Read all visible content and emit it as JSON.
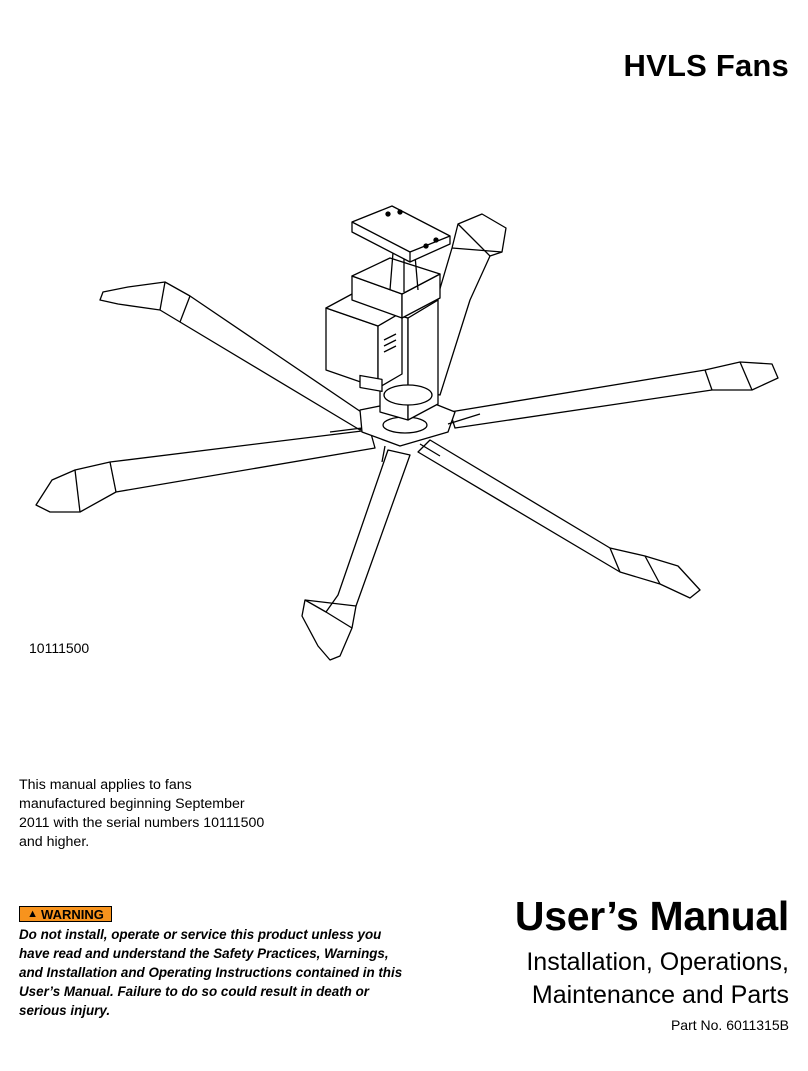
{
  "header": {
    "title": "HVLS Fans"
  },
  "figure": {
    "serial_label": "10111500",
    "description_icon": "ceiling-fan-drawing"
  },
  "applies_note": "This manual applies to fans manufactured beginning September 2011 with the serial numbers 10111500 and higher.",
  "warning": {
    "badge_label": "WARNING",
    "badge_color": "#f7931d",
    "text": "Do not install, operate or service this product unless you have read and understand the Safety Practices, Warnings, and Installation and Operating Instructions contained in this User’s Manual. Failure to do so could result in death or serious injury."
  },
  "manual": {
    "title": "User’s Manual",
    "subtitle_line1": "Installation, Operations,",
    "subtitle_line2": "Maintenance and Parts",
    "part_no": "Part No. 6011315B"
  }
}
